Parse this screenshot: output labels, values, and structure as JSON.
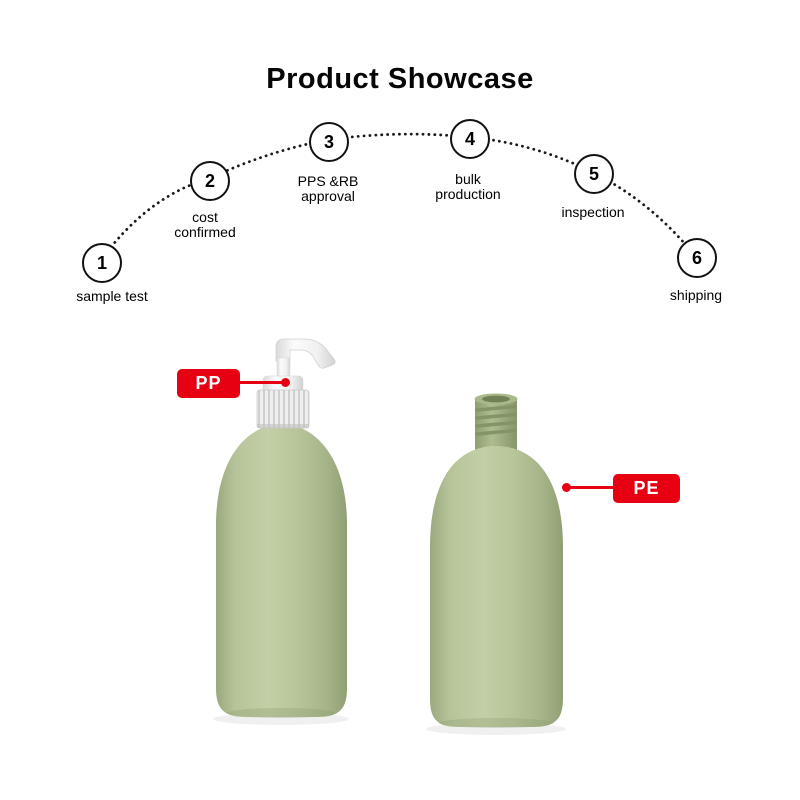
{
  "title": "Product Showcase",
  "process": {
    "steps": [
      {
        "number": "1",
        "label": "sample test"
      },
      {
        "number": "2",
        "label": "cost confirmed"
      },
      {
        "number": "3",
        "label": "PPS &RB approval"
      },
      {
        "number": "4",
        "label": "bulk production"
      },
      {
        "number": "5",
        "label": "inspection"
      },
      {
        "number": "6",
        "label": "shipping"
      }
    ]
  },
  "annotations": {
    "pump_material": "PP",
    "bottle_material": "PE"
  },
  "products": [
    {
      "name": "green bottle with white lotion pump"
    },
    {
      "name": "green bottle with open threaded neck"
    }
  ],
  "colors": {
    "accent_red": "#e60012",
    "bottle_green": "#b7c49a",
    "pump_white": "#f4f4f4",
    "text_black": "#060606"
  }
}
